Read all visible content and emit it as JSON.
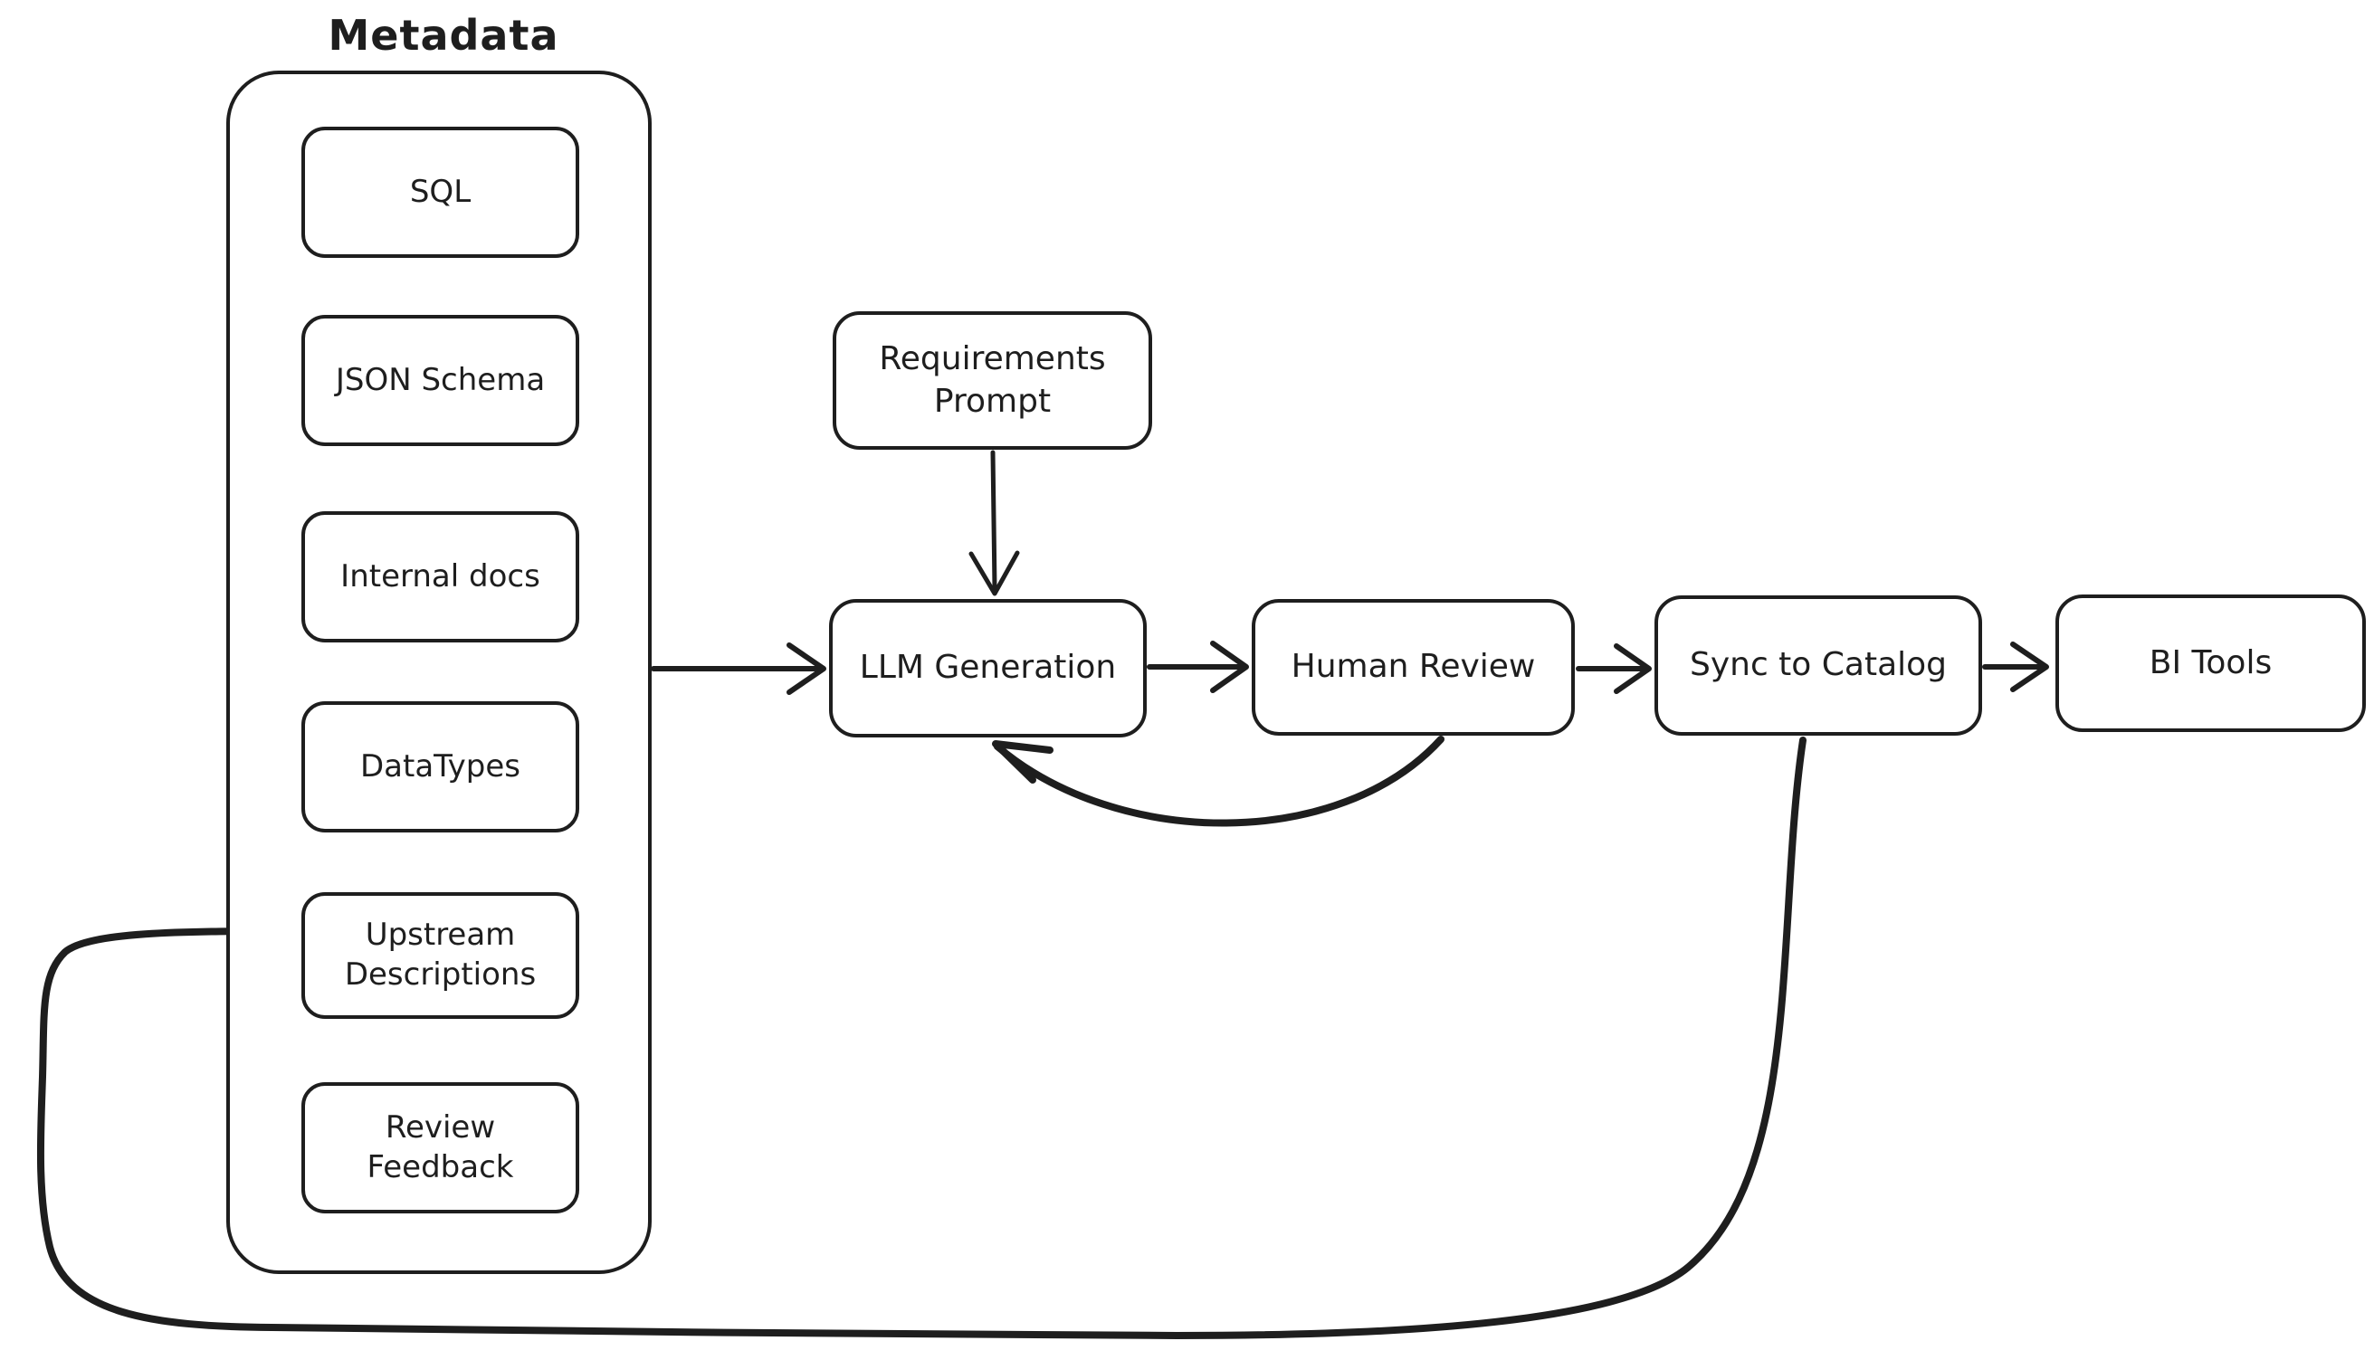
{
  "app": {
    "background_color": "#ffffff",
    "stroke_color": "#1e1e1e",
    "style": "hand-drawn flowchart"
  },
  "diagram": {
    "container": {
      "title": "Metadata",
      "items": [
        {
          "label": "SQL"
        },
        {
          "label": "JSON Schema"
        },
        {
          "label": "Internal docs"
        },
        {
          "label": "DataTypes"
        },
        {
          "label": "Upstream Descriptions"
        },
        {
          "label": "Review Feedback"
        }
      ]
    },
    "nodes": [
      {
        "id": "requirements-prompt",
        "label": "Requirements Prompt"
      },
      {
        "id": "llm-generation",
        "label": "LLM Generation"
      },
      {
        "id": "human-review",
        "label": "Human Review"
      },
      {
        "id": "sync-to-catalog",
        "label": "Sync to Catalog"
      },
      {
        "id": "bi-tools",
        "label": "BI Tools"
      }
    ],
    "edges": [
      {
        "from": "metadata",
        "to": "llm-generation"
      },
      {
        "from": "requirements-prompt",
        "to": "llm-generation"
      },
      {
        "from": "llm-generation",
        "to": "human-review"
      },
      {
        "from": "human-review",
        "to": "llm-generation",
        "note": "feedback loop"
      },
      {
        "from": "human-review",
        "to": "sync-to-catalog"
      },
      {
        "from": "sync-to-catalog",
        "to": "bi-tools"
      },
      {
        "from": "sync-to-catalog",
        "to": "upstream-descriptions",
        "note": "feedback loop"
      }
    ]
  }
}
